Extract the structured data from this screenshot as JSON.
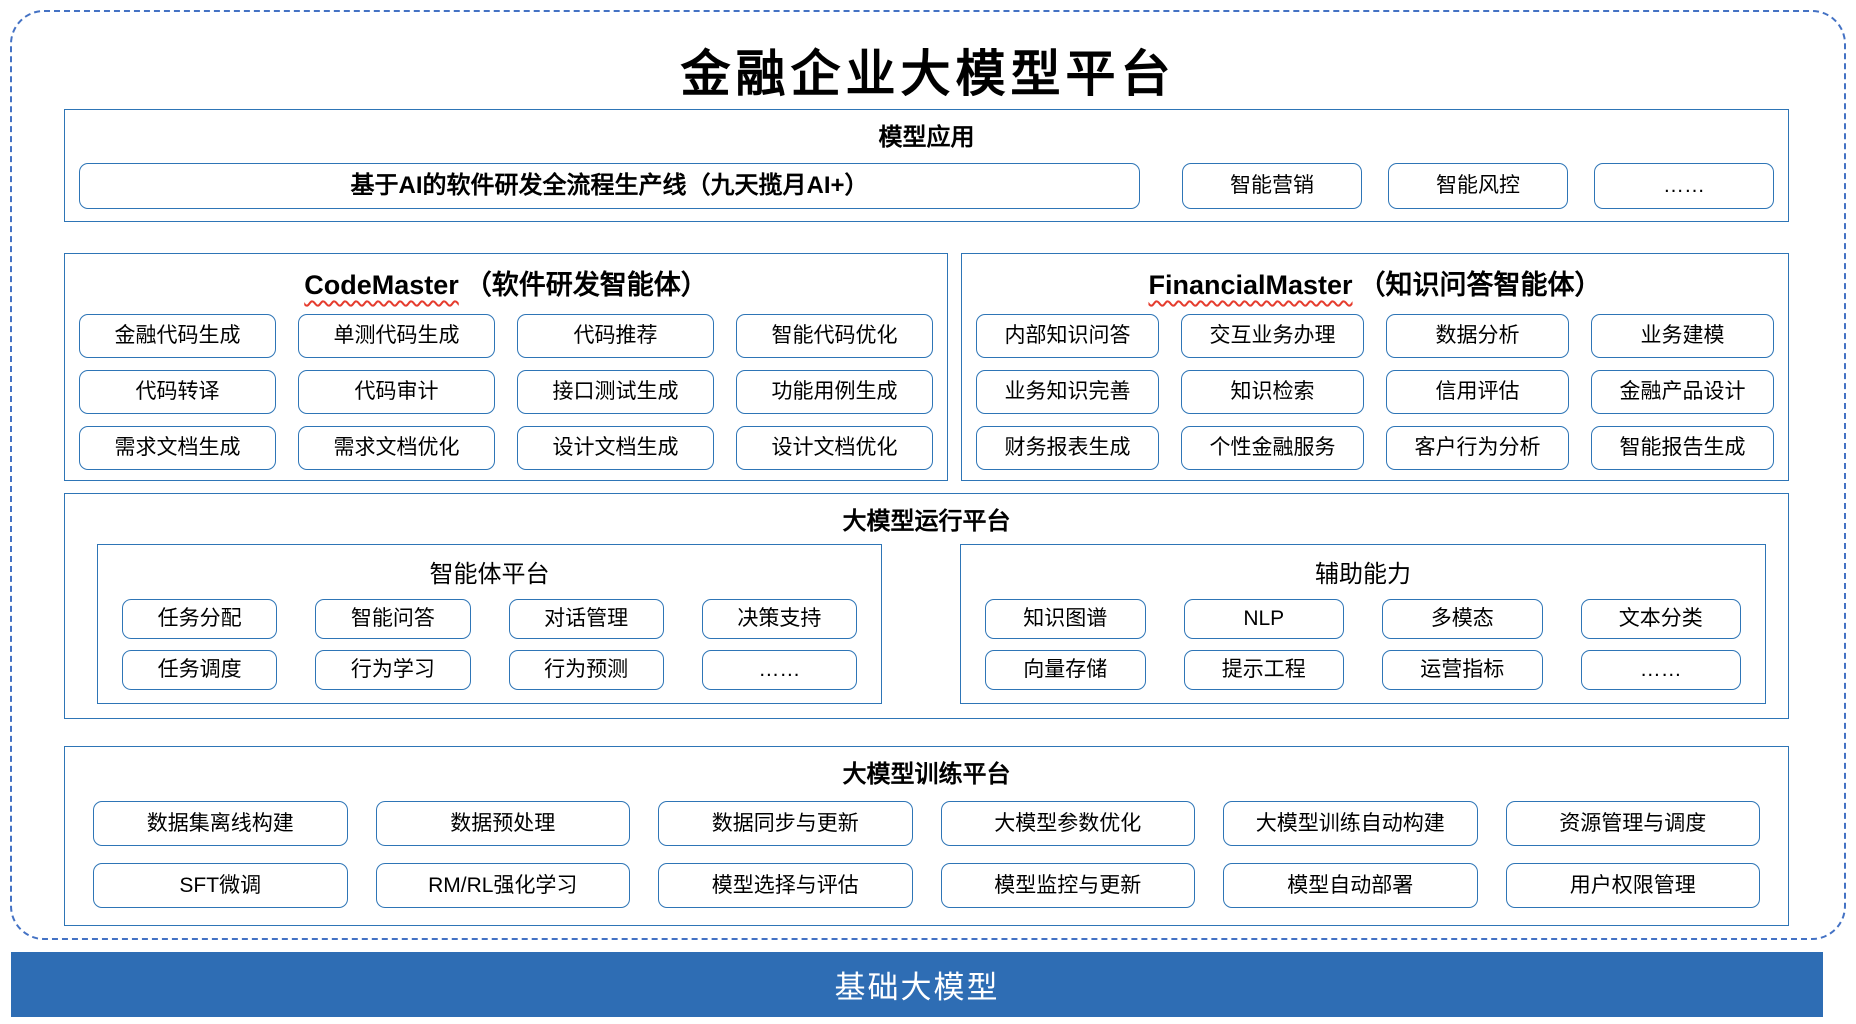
{
  "title": "金融企业大模型平台",
  "colors": {
    "box_border_blue": "#2E75B6",
    "dashed_frame_blue": "#4472C4",
    "foundation_bar_blue": "#2E6DB4",
    "squiggle_red": "#E53C2E",
    "text": "#000000"
  },
  "model_app": {
    "title": "模型应用",
    "main_item": "基于AI的软件研发全流程生产线（九天揽月AI+）",
    "items": [
      "智能营销",
      "智能风控",
      "……"
    ]
  },
  "agents": [
    {
      "name_en": "CodeMaster",
      "name_cn": "（软件研发智能体）",
      "items": [
        "金融代码生成",
        "单测代码生成",
        "代码推荐",
        "智能代码优化",
        "代码转译",
        "代码审计",
        "接口测试生成",
        "功能用例生成",
        "需求文档生成",
        "需求文档优化",
        "设计文档生成",
        "设计文档优化"
      ]
    },
    {
      "name_en": "FinancialMaster",
      "name_cn": "（知识问答智能体）",
      "items": [
        "内部知识问答",
        "交互业务办理",
        "数据分析",
        "业务建模",
        "业务知识完善",
        "知识检索",
        "信用评估",
        "金融产品设计",
        "财务报表生成",
        "个性金融服务",
        "客户行为分析",
        "智能报告生成"
      ]
    }
  ],
  "runtime": {
    "title": "大模型运行平台",
    "panels": [
      {
        "title": "智能体平台",
        "items": [
          "任务分配",
          "智能问答",
          "对话管理",
          "决策支持",
          "任务调度",
          "行为学习",
          "行为预测",
          "……"
        ]
      },
      {
        "title": "辅助能力",
        "items": [
          "知识图谱",
          "NLP",
          "多模态",
          "文本分类",
          "向量存储",
          "提示工程",
          "运营指标",
          "……"
        ]
      }
    ]
  },
  "training": {
    "title": "大模型训练平台",
    "items": [
      "数据集离线构建",
      "数据预处理",
      "数据同步与更新",
      "大模型参数优化",
      "大模型训练自动构建",
      "资源管理与调度",
      "SFT微调",
      "RM/RL强化学习",
      "模型选择与评估",
      "模型监控与更新",
      "模型自动部署",
      "用户权限管理"
    ]
  },
  "foundation": {
    "title": "基础大模型"
  }
}
